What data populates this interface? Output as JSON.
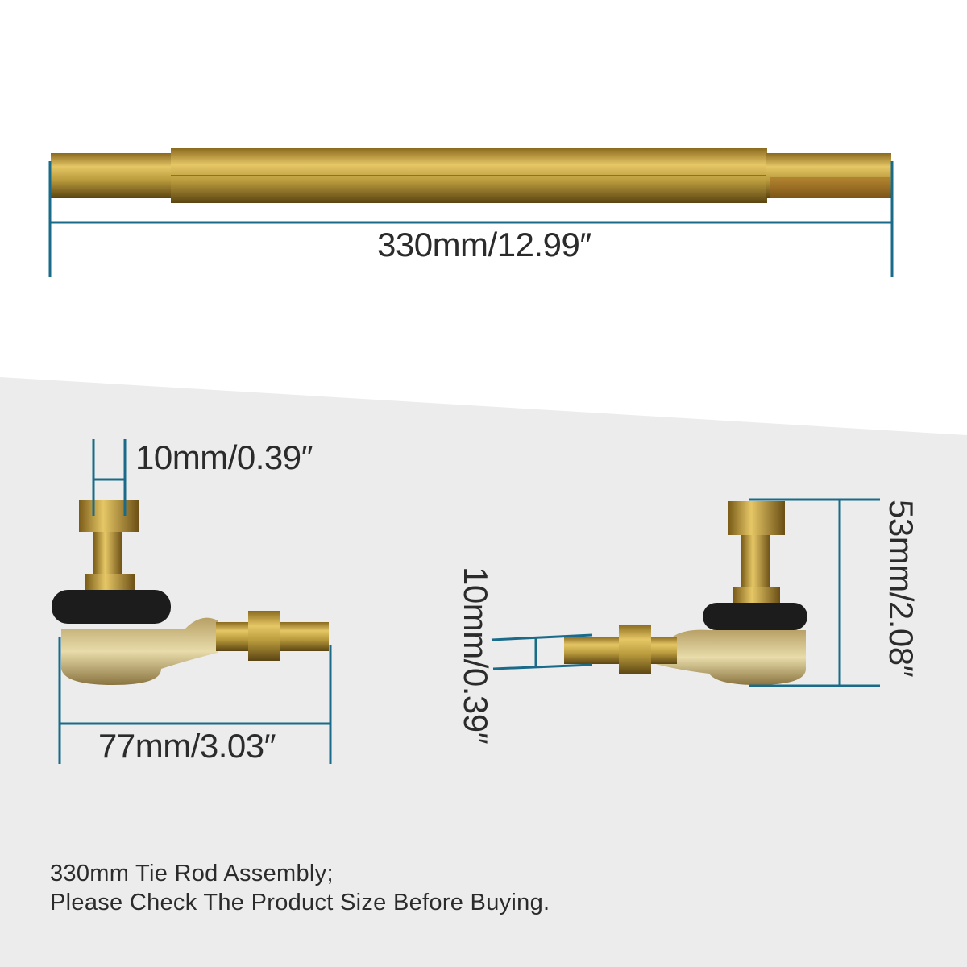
{
  "dimensions": {
    "rod_length": "330mm/12.99″",
    "stud_diameter": "10mm/0.39″",
    "end_length": "77mm/3.03″",
    "thread_diameter": "10mm/0.39″",
    "end_height": "53mm/2.08″"
  },
  "notes": {
    "line1": "330mm Tie Rod Assembly;",
    "line2": "Please Check The Product Size Before Buying."
  },
  "colors": {
    "dimension_line": "#1a6b8a",
    "background_lower": "#ececec",
    "metal": "#c9a94a"
  }
}
